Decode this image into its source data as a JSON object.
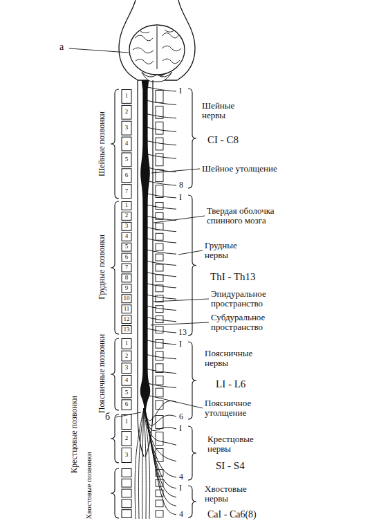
{
  "diagram": {
    "labels": [
      "а",
      "Шейные позвонки",
      "Грудные позвонки",
      "Поясничные позвонки",
      "Крестцовые позвонки",
      "Хвостовые позвонки",
      "б",
      "1",
      "2",
      "3",
      "4",
      "5",
      "6",
      "7",
      "1",
      "2",
      "3",
      "4",
      "5",
      "6",
      "7",
      "8",
      "9",
      "10",
      "11",
      "12",
      "13",
      "1",
      "2",
      "3",
      "4",
      "5",
      "6",
      "1",
      "2",
      "3",
      "I",
      "Шейные нервы",
      "CI - C8",
      "Шейное утолщение",
      "8",
      "I",
      "Твердая оболочка спинного мозга",
      "Грудные нервы",
      "ThI - Th13",
      "Эпидуральное пространство",
      "Субдуральное пространство",
      "13",
      "I",
      "Поясничные нервы",
      "LI - L6",
      "Поясничное утолщение",
      "6",
      "I",
      "Крестцовые нервы",
      "SI - S4",
      "4",
      "I",
      "Хвостовые нервы",
      "CaI - Ca6(8)",
      "4"
    ]
  }
}
